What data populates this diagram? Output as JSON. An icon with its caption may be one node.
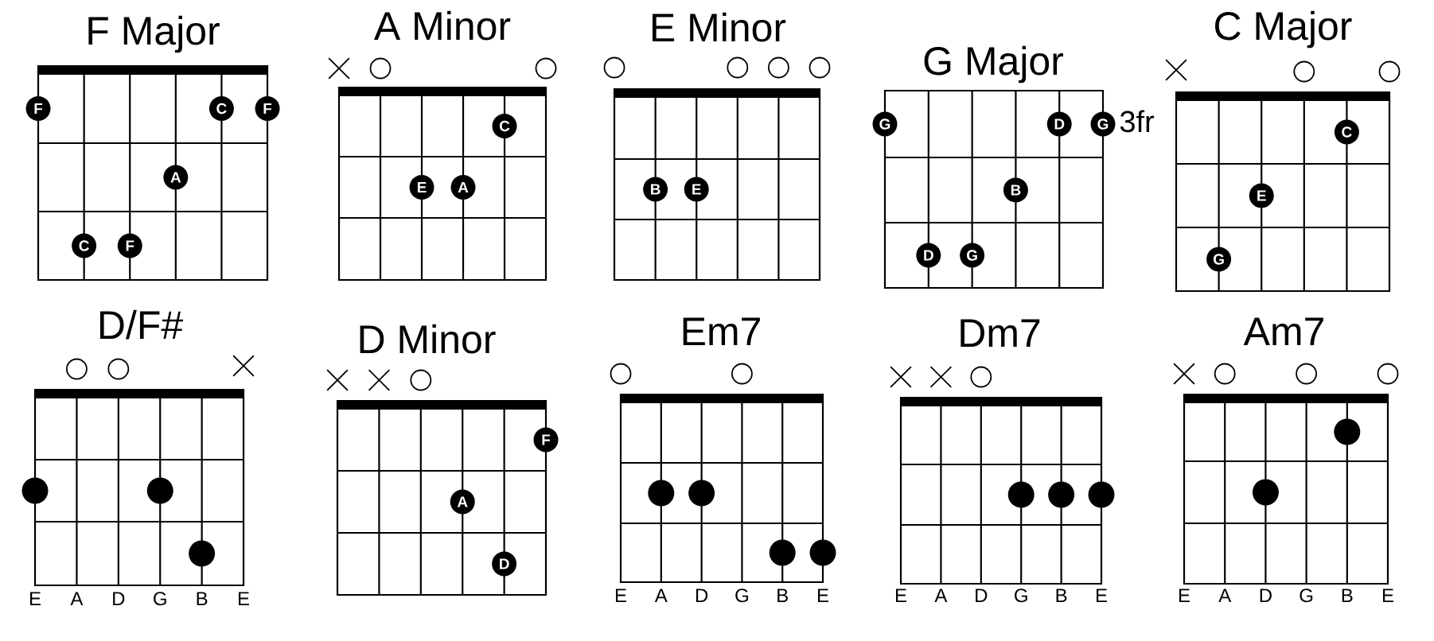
{
  "diagram": {
    "nodes": [
      {
        "text": [
          "F Major"
        ]
      },
      {
        "text": [
          "F"
        ],
        "in": 0
      },
      {
        "text": [
          "C"
        ],
        "in": 0
      },
      {
        "text": [
          "F"
        ],
        "in": 0
      },
      {
        "text": [
          "A"
        ],
        "in": 0
      },
      {
        "text": [
          "C"
        ],
        "in": 0
      },
      {
        "text": [
          "F"
        ],
        "in": 0
      },
      {
        "text": [
          "A Minor"
        ]
      },
      {
        "text": [],
        "shape": "cross"
      },
      {
        "text": [],
        "shape": "circle"
      },
      {
        "text": [],
        "shape": "circle"
      },
      {
        "text": [
          "C"
        ],
        "in": 7
      },
      {
        "text": [
          "E"
        ],
        "in": 7
      },
      {
        "text": [
          "A"
        ],
        "in": 7
      },
      {
        "text": [
          "E Minor"
        ]
      },
      {
        "text": [],
        "shape": "circle"
      },
      {
        "text": [],
        "shape": "circle"
      },
      {
        "text": [],
        "shape": "circle"
      },
      {
        "text": [],
        "shape": "circle"
      },
      {
        "text": [
          "B"
        ],
        "in": 14
      },
      {
        "text": [
          "E"
        ],
        "in": 14
      },
      {
        "text": [
          "G Major"
        ],
        "beside": [
          "3fr"
        ]
      },
      {
        "text": [
          "G"
        ],
        "in": 21
      },
      {
        "text": [
          "D"
        ],
        "in": 21
      },
      {
        "text": [
          "G"
        ],
        "in": 21
      },
      {
        "text": [
          "B"
        ],
        "in": 21
      },
      {
        "text": [
          "D"
        ],
        "in": 21
      },
      {
        "text": [
          "G"
        ],
        "in": 21
      },
      {
        "text": [
          "C Major"
        ]
      },
      {
        "text": [],
        "shape": "cross"
      },
      {
        "text": [],
        "shape": "circle"
      },
      {
        "text": [],
        "shape": "circle"
      },
      {
        "text": [
          "C"
        ],
        "in": 28
      },
      {
        "text": [
          "E"
        ],
        "in": 28
      },
      {
        "text": [
          "G"
        ],
        "in": 28
      },
      {
        "text": [
          "D/F#"
        ],
        "beside": [
          "E",
          "A",
          "D",
          "G",
          "B",
          "E"
        ]
      },
      {
        "text": [],
        "shape": "circle"
      },
      {
        "text": [],
        "shape": "circle"
      },
      {
        "text": [],
        "shape": "cross"
      },
      {
        "text": [],
        "shape": "dot",
        "in": 35
      },
      {
        "text": [],
        "shape": "dot",
        "in": 35
      },
      {
        "text": [],
        "shape": "dot",
        "in": 35
      },
      {
        "text": [
          "D Minor"
        ]
      },
      {
        "text": [],
        "shape": "cross"
      },
      {
        "text": [],
        "shape": "cross"
      },
      {
        "text": [],
        "shape": "circle"
      },
      {
        "text": [
          "F"
        ],
        "in": 42
      },
      {
        "text": [
          "A"
        ],
        "in": 42
      },
      {
        "text": [
          "D"
        ],
        "in": 42
      },
      {
        "text": [
          "Em7"
        ],
        "beside": [
          "E",
          "A",
          "D",
          "G",
          "B",
          "E"
        ]
      },
      {
        "text": [],
        "shape": "circle"
      },
      {
        "text": [],
        "shape": "circle"
      },
      {
        "text": [],
        "shape": "dot",
        "in": 49
      },
      {
        "text": [],
        "shape": "dot",
        "in": 49
      },
      {
        "text": [],
        "shape": "dot",
        "in": 49
      },
      {
        "text": [],
        "shape": "dot",
        "in": 49
      },
      {
        "text": [
          "Dm7"
        ],
        "beside": [
          "E",
          "A",
          "D",
          "G",
          "B",
          "E"
        ]
      },
      {
        "text": [],
        "shape": "cross"
      },
      {
        "text": [],
        "shape": "cross"
      },
      {
        "text": [],
        "shape": "circle"
      },
      {
        "text": [],
        "shape": "dot",
        "in": 56
      },
      {
        "text": [],
        "shape": "dot",
        "in": 56
      },
      {
        "text": [],
        "shape": "dot",
        "in": 56
      },
      {
        "text": [
          "Am7"
        ],
        "beside": [
          "E",
          "A",
          "D",
          "G",
          "B",
          "E"
        ]
      },
      {
        "text": [],
        "shape": "cross"
      },
      {
        "text": [],
        "shape": "circle"
      },
      {
        "text": [],
        "shape": "circle"
      },
      {
        "text": [],
        "shape": "circle"
      },
      {
        "text": [],
        "shape": "dot",
        "in": 63
      },
      {
        "text": [],
        "shape": "dot",
        "in": 63
      }
    ]
  }
}
